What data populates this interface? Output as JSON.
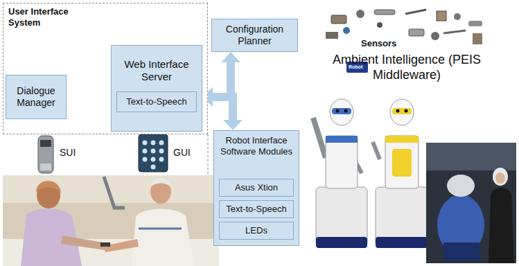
{
  "diagram": {
    "nodes": [
      {
        "text": [
          "User Interface System"
        ]
      },
      {
        "text": [
          "Dialogue Manager"
        ],
        "in": 0
      },
      {
        "text": [
          "Web Interface Server"
        ],
        "in": 0
      },
      {
        "text": [
          "Text-to-Speech"
        ],
        "in": 2
      },
      {
        "text": [
          "Configuration Planner"
        ]
      },
      {
        "text": [
          "Ambient Intelligence (PEIS Middleware)"
        ]
      },
      {
        "text": [
          "Robot Interface Software Modules"
        ]
      },
      {
        "text": [
          "Asus Xtion"
        ],
        "in": 6
      },
      {
        "text": [
          "Text-to-Speech"
        ],
        "in": 6
      },
      {
        "text": [
          "LEDs"
        ],
        "in": 6
      }
    ],
    "edges": [
      {
        "from": 1,
        "to": 2,
        "arrow": "to"
      },
      {
        "from": 2,
        "to": 4,
        "arrow": "both"
      },
      {
        "from": 2,
        "to": 6,
        "arrow": "both"
      }
    ],
    "labels": [
      "SUI",
      "GUI",
      "Sensors",
      "Robot"
    ]
  }
}
